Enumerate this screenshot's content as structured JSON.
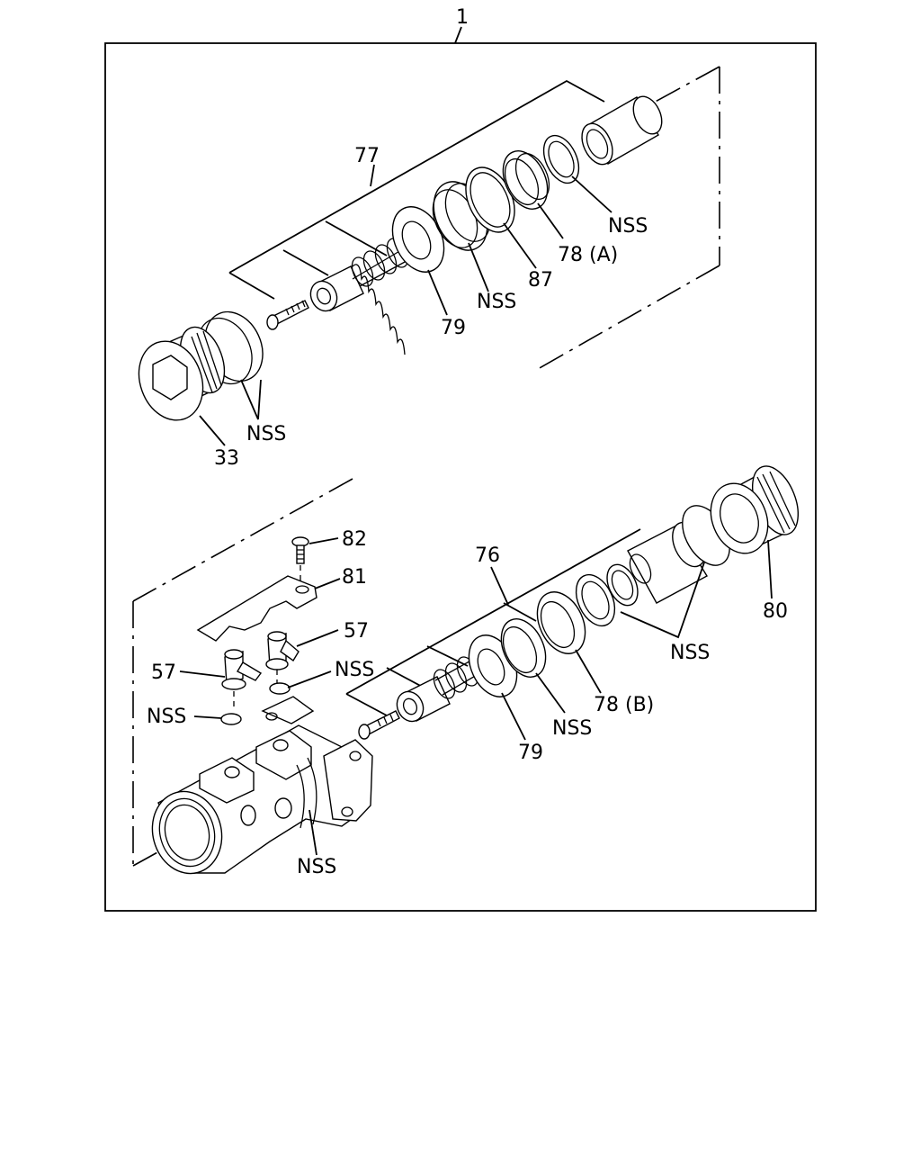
{
  "assembly": {
    "number": "1"
  },
  "upper_labels": {
    "p77": "77",
    "nss_a": "NSS",
    "p78a": "78 (A)",
    "p87": "87",
    "nss_b": "NSS",
    "p79": "79",
    "nss_c": "NSS",
    "p33": "33"
  },
  "lower_labels": {
    "p82": "82",
    "p81": "81",
    "p57_right": "57",
    "p57_left": "57",
    "nss_d": "NSS",
    "nss_e": "NSS",
    "p76": "76",
    "p80": "80",
    "nss_f": "NSS",
    "p78b": "78 (B)",
    "nss_g": "NSS",
    "p79b": "79",
    "nss_h": "NSS"
  }
}
